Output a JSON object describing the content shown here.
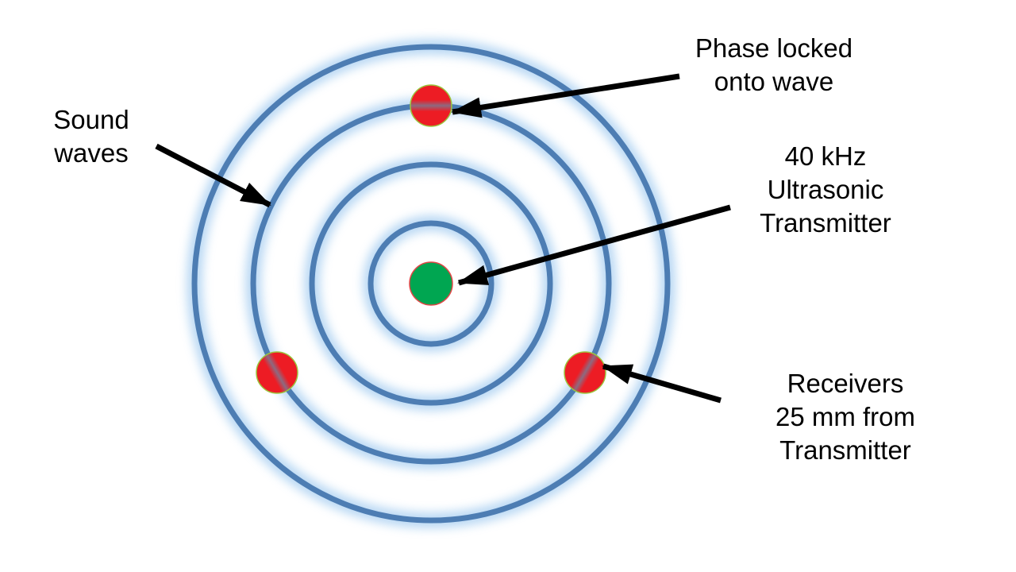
{
  "title": "40 kHz ultrasonic transmitter with phase-locked receivers diagram",
  "colors": {
    "background": "#ffffff",
    "ring_stroke": "#4d7db3",
    "ring_glow": "#aed2f2",
    "transmitter_fill": "#00a651",
    "transmitter_outline": "#e04646",
    "receiver_fill": "#ed1c24",
    "receiver_band": "#8d6a80",
    "receiver_outline": "#9bc53d",
    "arrow": "#000000",
    "text": "#000000"
  },
  "labels": {
    "sound_waves": {
      "lines": [
        "Sound",
        "waves"
      ]
    },
    "phase_locked": {
      "lines": [
        "Phase locked",
        "onto wave"
      ]
    },
    "transmitter": {
      "lines": [
        "40 kHz",
        "Ultrasonic",
        "Transmitter"
      ]
    },
    "receivers": {
      "lines": [
        "Receivers",
        "25 mm from",
        "Transmitter"
      ]
    }
  }
}
